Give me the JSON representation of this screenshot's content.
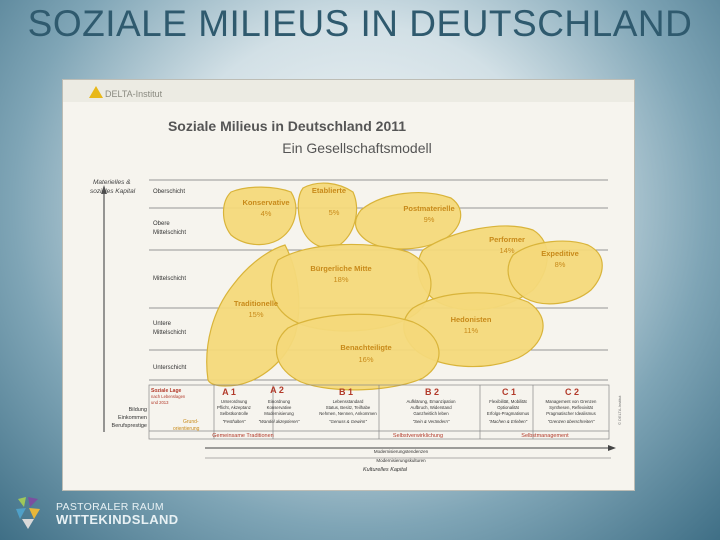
{
  "slide": {
    "title": "SOZIALE MILIEUS IN DEUTSCHLAND"
  },
  "diagram": {
    "brand": "DELTA-Institut",
    "title": "Soziale Milieus in Deutschland 2011",
    "subtitle": "Ein Gesellschaftsmodell",
    "y_axis_label": [
      "Materielles &",
      "soziales Kapital"
    ],
    "copyright": "© DELTA-Institut",
    "strata": [
      "Oberschicht",
      "Obere\nMittelschicht",
      "Mittelschicht",
      "Untere\nMittelschicht",
      "Unterschicht"
    ],
    "milieus": [
      {
        "name": "Konservative",
        "percent": "4%"
      },
      {
        "name": "Etablierte",
        "percent": "5%"
      },
      {
        "name": "Postmaterielle",
        "percent": "9%"
      },
      {
        "name": "Performer",
        "percent": "14%"
      },
      {
        "name": "Expeditive",
        "percent": "8%"
      },
      {
        "name": "Bürgerliche Mitte",
        "percent": "18%"
      },
      {
        "name": "Traditionelle",
        "percent": "15%"
      },
      {
        "name": "Hedonisten",
        "percent": "11%"
      },
      {
        "name": "Benachteiligte",
        "percent": "16%"
      }
    ],
    "footer_left": {
      "soziale_lage": [
        "Soziale Lage",
        "nach Lebenslagen",
        "und 2013"
      ],
      "bildung": [
        "Bildung",
        "Einkommen",
        "Berufsprestige"
      ],
      "grund": [
        "Grund-",
        "orientierung"
      ]
    },
    "columns": [
      {
        "code": "A 1",
        "lines": [
          "Unterordnung",
          "Pflicht, Akzeptanz",
          "Selbstkontrolle",
          "\"Festhalten\""
        ]
      },
      {
        "code": "A 2",
        "lines": [
          "Einordnung",
          "Konservative",
          "Modernisierung",
          "\"Wandel akzeptieren\""
        ]
      },
      {
        "code": "B 1",
        "lines": [
          "Lebensstandard",
          "Status, Besitz, Teilhabe",
          "Nehmen, Nennen, Ankommen",
          "\"Genuss & Gewinn\""
        ]
      },
      {
        "code": "B 2",
        "lines": [
          "Aufklärung, Emanzipation",
          "Aufbruch, Widerstand",
          "Ganzheitlich leben",
          "\"Sein & Verändern\""
        ]
      },
      {
        "code": "C 1",
        "lines": [
          "Flexibilität, Mobilität",
          "Optionalität",
          "Erfolgs-Pragmatismus",
          "\"Machen & Erleben\""
        ]
      },
      {
        "code": "C 2",
        "lines": [
          "Management von Grenzen",
          "Synthesen, Reflexivität",
          "Pragmatischer Idealismus",
          "\"Grenzen überschreiten\""
        ]
      }
    ],
    "bands": [
      "Gemeinsame Traditionen",
      "Selbstverwirklichung",
      "Selbstmanagement"
    ],
    "bottom_caption_1": "Modernisierungstendenzen",
    "bottom_caption_2": "Modernisierungskulturen",
    "bottom_caption_3": "Kulturelles Kapital"
  },
  "logo": {
    "line1": "PASTORALER RAUM",
    "line2": "WITTEKINDSLAND"
  },
  "colors": {
    "blob_fill": "#f4d97a",
    "blob_stroke": "#d9b43a",
    "text_orange": "#c88a1a",
    "text_red": "#b23a2a",
    "title_blue": "#2f5a6e"
  }
}
